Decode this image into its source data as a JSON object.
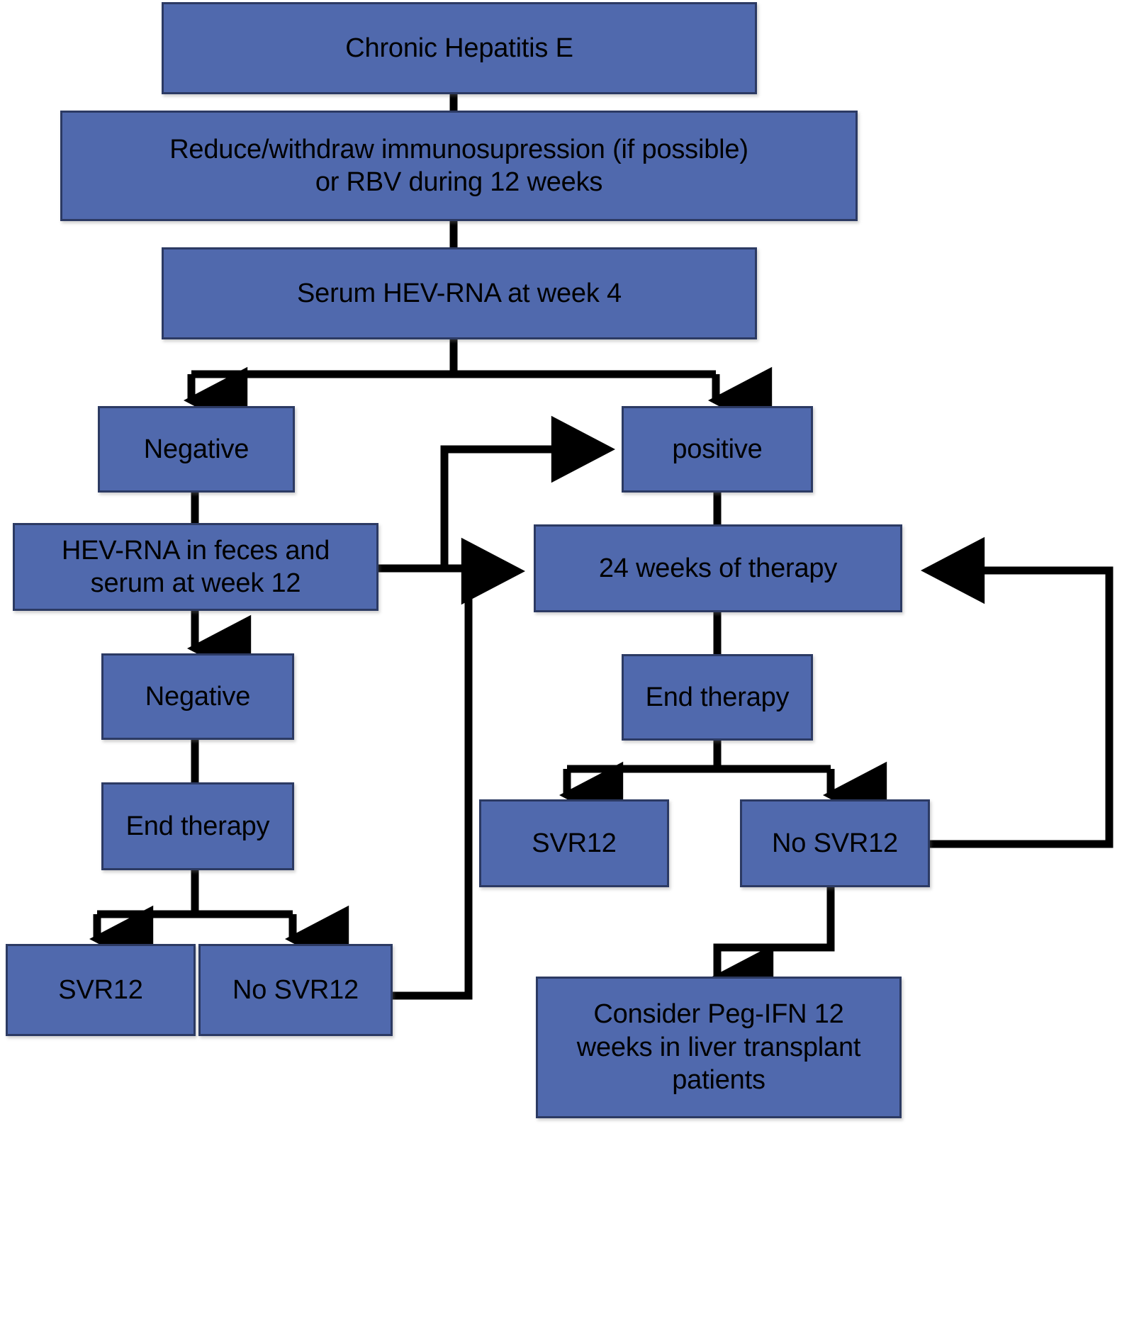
{
  "diagram": {
    "title": "Chronic Hepatitis E treatment algorithm",
    "palette": {
      "node_fill": "#5069ad",
      "node_border": "#2c3a63",
      "connector": "#000000",
      "background": "#ffffff",
      "text": "#000000"
    },
    "nodes": [
      {
        "id": "chronic-hepatitis-e",
        "label": "Chronic Hepatitis E"
      },
      {
        "id": "reduce-withdraw",
        "label": "Reduce/withdraw immunosupression (if possible) or RBV during 12 weeks"
      },
      {
        "id": "serum-hev-rna-week4",
        "label": "Serum HEV-RNA at week 4"
      },
      {
        "id": "negative-week4",
        "label": "Negative"
      },
      {
        "id": "positive-week4",
        "label": "positive"
      },
      {
        "id": "hev-rna-feces-serum",
        "label": "HEV-RNA in feces and serum at week 12"
      },
      {
        "id": "therapy-24-weeks",
        "label": "24 weeks of therapy"
      },
      {
        "id": "negative-week12",
        "label": "Negative"
      },
      {
        "id": "end-therapy-left",
        "label": "End therapy"
      },
      {
        "id": "end-therapy-right",
        "label": "End therapy"
      },
      {
        "id": "svr12-left",
        "label": "SVR12"
      },
      {
        "id": "no-svr12-left",
        "label": "No SVR12"
      },
      {
        "id": "svr12-right",
        "label": "SVR12"
      },
      {
        "id": "no-svr12-right",
        "label": "No SVR12"
      },
      {
        "id": "consider-peg-ifn",
        "label": "Consider Peg-IFN 12 weeks in liver transplant patients"
      }
    ],
    "node_lines": {
      "reduce_withdraw_line1": "Reduce/withdraw immunosupression (if possible)",
      "reduce_withdraw_line2": "or RBV during 12 weeks",
      "hev_feces_line1": "HEV-RNA in feces and",
      "hev_feces_line2": "serum at week 12",
      "peg_ifn_line1": "Consider Peg-IFN 12",
      "peg_ifn_line2": "weeks in liver transplant",
      "peg_ifn_line3": "patients"
    },
    "edges": [
      {
        "from": "chronic-hepatitis-e",
        "to": "reduce-withdraw",
        "arrow": false
      },
      {
        "from": "reduce-withdraw",
        "to": "serum-hev-rna-week4",
        "arrow": false
      },
      {
        "from": "serum-hev-rna-week4",
        "to": "negative-week4",
        "arrow": true,
        "label": ""
      },
      {
        "from": "serum-hev-rna-week4",
        "to": "positive-week4",
        "arrow": true,
        "label": ""
      },
      {
        "from": "negative-week4",
        "to": "hev-rna-feces-serum",
        "arrow": false
      },
      {
        "from": "positive-week4",
        "to": "therapy-24-weeks",
        "arrow": false
      },
      {
        "from": "hev-rna-feces-serum",
        "to": "positive-week4",
        "arrow": true
      },
      {
        "from": "hev-rna-feces-serum",
        "to": "therapy-24-weeks",
        "arrow": true
      },
      {
        "from": "hev-rna-feces-serum",
        "to": "negative-week12",
        "arrow": true
      },
      {
        "from": "negative-week12",
        "to": "end-therapy-left",
        "arrow": false
      },
      {
        "from": "end-therapy-left",
        "to": "svr12-left",
        "arrow": true
      },
      {
        "from": "end-therapy-left",
        "to": "no-svr12-left",
        "arrow": true
      },
      {
        "from": "no-svr12-left",
        "to": "therapy-24-weeks",
        "arrow": true
      },
      {
        "from": "therapy-24-weeks",
        "to": "end-therapy-right",
        "arrow": false
      },
      {
        "from": "end-therapy-right",
        "to": "svr12-right",
        "arrow": true
      },
      {
        "from": "end-therapy-right",
        "to": "no-svr12-right",
        "arrow": true
      },
      {
        "from": "no-svr12-right",
        "to": "consider-peg-ifn",
        "arrow": true
      },
      {
        "from": "no-svr12-right",
        "to": "therapy-24-weeks",
        "arrow": true
      }
    ]
  }
}
